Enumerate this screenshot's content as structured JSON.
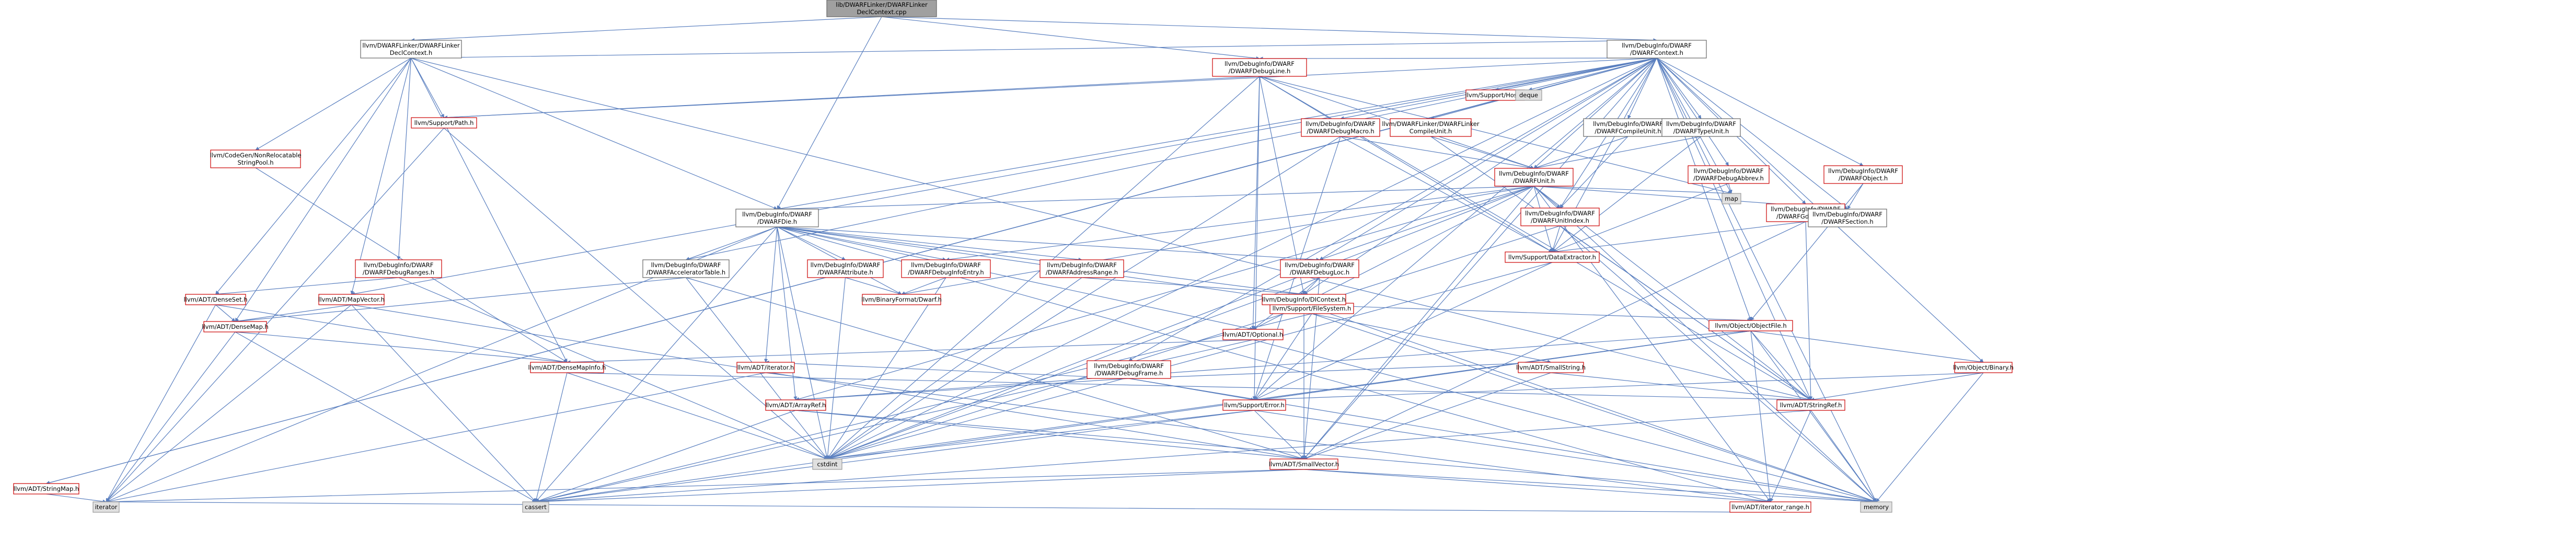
{
  "diagram": {
    "title": "lib/DWARFLinker/DWARFLinkerDeclContext.cpp",
    "colors": {
      "edge": "#5a7fbf",
      "root_fill": "#a0a0a0",
      "root_border": "#666666",
      "project_fill": "#ffffff",
      "project_border": "#cc0000",
      "local_border": "#666666",
      "std_fill": "#e0e0e0",
      "std_border": "#999999"
    },
    "nodes": [
      {
        "id": "root",
        "label": [
          "lib/DWARFLinker/DWARFLinker",
          "DeclContext.cpp"
        ],
        "kind": "root"
      },
      {
        "id": "declctx",
        "label": [
          "llvm/DWARFLinker/DWARFLinker",
          "DeclContext.h"
        ],
        "kind": "local"
      },
      {
        "id": "context",
        "label": [
          "llvm/DebugInfo/DWARF",
          "/DWARFContext.h"
        ],
        "kind": "local"
      },
      {
        "id": "debugline",
        "label": [
          "llvm/DebugInfo/DWARF",
          "/DWARFDebugLine.h"
        ],
        "kind": "project"
      },
      {
        "id": "host",
        "label": [
          "llvm/Support/Host.h"
        ],
        "kind": "project"
      },
      {
        "id": "deque",
        "label": [
          "deque"
        ],
        "kind": "std"
      },
      {
        "id": "strpool",
        "label": [
          "llvm/CodeGen/NonRelocatable",
          "StringPool.h"
        ],
        "kind": "project"
      },
      {
        "id": "path",
        "label": [
          "llvm/Support/Path.h"
        ],
        "kind": "project"
      },
      {
        "id": "macro",
        "label": [
          "llvm/DebugInfo/DWARF",
          "/DWARFDebugMacro.h"
        ],
        "kind": "project"
      },
      {
        "id": "linkercu",
        "label": [
          "llvm/DWARFLinker/DWARFLinker",
          "CompileUnit.h"
        ],
        "kind": "project"
      },
      {
        "id": "compileunit",
        "label": [
          "llvm/DebugInfo/DWARF",
          "/DWARFCompileUnit.h"
        ],
        "kind": "local"
      },
      {
        "id": "typeunit",
        "label": [
          "llvm/DebugInfo/DWARF",
          "/DWARFTypeUnit.h"
        ],
        "kind": "local"
      },
      {
        "id": "abbrev",
        "label": [
          "llvm/DebugInfo/DWARF",
          "/DWARFDebugAbbrev.h"
        ],
        "kind": "project"
      },
      {
        "id": "dwarfobject",
        "label": [
          "llvm/DebugInfo/DWARF",
          "/DWARFObject.h"
        ],
        "kind": "project"
      },
      {
        "id": "unit",
        "label": [
          "llvm/DebugInfo/DWARF",
          "/DWARFUnit.h"
        ],
        "kind": "project"
      },
      {
        "id": "map",
        "label": [
          "map"
        ],
        "kind": "std"
      },
      {
        "id": "gdbindex",
        "label": [
          "llvm/DebugInfo/DWARF",
          "/DWARFGdbIndex.h"
        ],
        "kind": "project"
      },
      {
        "id": "section",
        "label": [
          "llvm/DebugInfo/DWARF",
          "/DWARFSection.h"
        ],
        "kind": "local"
      },
      {
        "id": "die",
        "label": [
          "llvm/DebugInfo/DWARF",
          "/DWARFDie.h"
        ],
        "kind": "local"
      },
      {
        "id": "unitindex",
        "label": [
          "llvm/DebugInfo/DWARF",
          "/DWARFUnitIndex.h"
        ],
        "kind": "project"
      },
      {
        "id": "dataextractor",
        "label": [
          "llvm/Support/DataExtractor.h"
        ],
        "kind": "project"
      },
      {
        "id": "ranges",
        "label": [
          "llvm/DebugInfo/DWARF",
          "/DWARFDebugRanges.h"
        ],
        "kind": "project"
      },
      {
        "id": "acceltable",
        "label": [
          "llvm/DebugInfo/DWARF",
          "/DWARFAcceleratorTable.h"
        ],
        "kind": "local"
      },
      {
        "id": "attribute",
        "label": [
          "llvm/DebugInfo/DWARF",
          "/DWARFAttribute.h"
        ],
        "kind": "project"
      },
      {
        "id": "entry",
        "label": [
          "llvm/DebugInfo/DWARF",
          "/DWARFDebugInfoEntry.h"
        ],
        "kind": "project"
      },
      {
        "id": "addrrange",
        "label": [
          "llvm/DebugInfo/DWARF",
          "/DWARFAddressRange.h"
        ],
        "kind": "project"
      },
      {
        "id": "debugloc",
        "label": [
          "llvm/DebugInfo/DWARF",
          "/DWARFDebugLoc.h"
        ],
        "kind": "project"
      },
      {
        "id": "filesystem",
        "label": [
          "llvm/Support/FileSystem.h"
        ],
        "kind": "project"
      },
      {
        "id": "denseset",
        "label": [
          "llvm/ADT/DenseSet.h"
        ],
        "kind": "project"
      },
      {
        "id": "mapvector",
        "label": [
          "llvm/ADT/MapVector.h"
        ],
        "kind": "project"
      },
      {
        "id": "dwarfh",
        "label": [
          "llvm/BinaryFormat/Dwarf.h"
        ],
        "kind": "project"
      },
      {
        "id": "dicontext",
        "label": [
          "llvm/DebugInfo/DIContext.h"
        ],
        "kind": "project"
      },
      {
        "id": "objectfile",
        "label": [
          "llvm/Object/ObjectFile.h"
        ],
        "kind": "project"
      },
      {
        "id": "densemap",
        "label": [
          "llvm/ADT/DenseMap.h"
        ],
        "kind": "project"
      },
      {
        "id": "optional",
        "label": [
          "llvm/ADT/Optional.h"
        ],
        "kind": "project"
      },
      {
        "id": "debugframe",
        "label": [
          "llvm/DebugInfo/DWARF",
          "/DWARFDebugFrame.h"
        ],
        "kind": "project"
      },
      {
        "id": "densemapinfo",
        "label": [
          "llvm/ADT/DenseMapInfo.h"
        ],
        "kind": "project"
      },
      {
        "id": "adtiterator",
        "label": [
          "llvm/ADT/iterator.h"
        ],
        "kind": "project"
      },
      {
        "id": "smallstring",
        "label": [
          "llvm/ADT/SmallString.h"
        ],
        "kind": "project"
      },
      {
        "id": "binary",
        "label": [
          "llvm/Object/Binary.h"
        ],
        "kind": "project"
      },
      {
        "id": "arrayref",
        "label": [
          "llvm/ADT/ArrayRef.h"
        ],
        "kind": "project"
      },
      {
        "id": "error",
        "label": [
          "llvm/Support/Error.h"
        ],
        "kind": "project"
      },
      {
        "id": "stringref",
        "label": [
          "llvm/ADT/StringRef.h"
        ],
        "kind": "project"
      },
      {
        "id": "stringmap",
        "label": [
          "llvm/ADT/StringMap.h"
        ],
        "kind": "project"
      },
      {
        "id": "cstdint",
        "label": [
          "cstdint"
        ],
        "kind": "std"
      },
      {
        "id": "smallvector",
        "label": [
          "llvm/ADT/SmallVector.h"
        ],
        "kind": "project"
      },
      {
        "id": "iterator",
        "label": [
          "iterator"
        ],
        "kind": "std"
      },
      {
        "id": "cassert",
        "label": [
          "cassert"
        ],
        "kind": "std"
      },
      {
        "id": "itrange",
        "label": [
          "llvm/ADT/iterator_range.h"
        ],
        "kind": "project"
      },
      {
        "id": "memory",
        "label": [
          "memory"
        ],
        "kind": "std"
      }
    ],
    "edges": [
      [
        "root",
        "declctx"
      ],
      [
        "root",
        "context"
      ],
      [
        "root",
        "debugline"
      ],
      [
        "root",
        "die"
      ],
      [
        "declctx",
        "strpool"
      ],
      [
        "declctx",
        "path"
      ],
      [
        "declctx",
        "die"
      ],
      [
        "declctx",
        "denseset"
      ],
      [
        "declctx",
        "densemap"
      ],
      [
        "declctx",
        "densemapinfo"
      ],
      [
        "declctx",
        "stringref"
      ],
      [
        "declctx",
        "context"
      ],
      [
        "declctx",
        "ranges"
      ],
      [
        "declctx",
        "mapvector"
      ],
      [
        "context",
        "debugline"
      ],
      [
        "context",
        "host"
      ],
      [
        "context",
        "deque"
      ],
      [
        "context",
        "macro"
      ],
      [
        "context",
        "linkercu"
      ],
      [
        "context",
        "compileunit"
      ],
      [
        "context",
        "typeunit"
      ],
      [
        "context",
        "abbrev"
      ],
      [
        "context",
        "dwarfobject"
      ],
      [
        "context",
        "unit"
      ],
      [
        "context",
        "map"
      ],
      [
        "context",
        "gdbindex"
      ],
      [
        "context",
        "section"
      ],
      [
        "context",
        "die"
      ],
      [
        "context",
        "unitindex"
      ],
      [
        "context",
        "dataextractor"
      ],
      [
        "context",
        "debugloc"
      ],
      [
        "context",
        "debugframe"
      ],
      [
        "context",
        "dicontext"
      ],
      [
        "context",
        "objectfile"
      ],
      [
        "context",
        "error"
      ],
      [
        "context",
        "stringref"
      ],
      [
        "context",
        "smallvector"
      ],
      [
        "context",
        "memory"
      ],
      [
        "context",
        "cstdint"
      ],
      [
        "context",
        "binary"
      ],
      [
        "context",
        "acceltable"
      ],
      [
        "context",
        "stringmap"
      ],
      [
        "context",
        "mapvector"
      ],
      [
        "context",
        "path"
      ],
      [
        "debugline",
        "unit"
      ],
      [
        "debugline",
        "dataextractor"
      ],
      [
        "debugline",
        "dicontext"
      ],
      [
        "debugline",
        "optional"
      ],
      [
        "debugline",
        "cstdint"
      ],
      [
        "debugline",
        "map"
      ],
      [
        "debugline",
        "path"
      ],
      [
        "debugline",
        "error"
      ],
      [
        "debugline",
        "stringref"
      ],
      [
        "macro",
        "unit"
      ],
      [
        "macro",
        "dataextractor"
      ],
      [
        "macro",
        "error"
      ],
      [
        "macro",
        "cstdint"
      ],
      [
        "linkercu",
        "unit"
      ],
      [
        "linkercu",
        "stringref"
      ],
      [
        "compileunit",
        "unit"
      ],
      [
        "compileunit",
        "unitindex"
      ],
      [
        "typeunit",
        "unit"
      ],
      [
        "typeunit",
        "dataextractor"
      ],
      [
        "abbrev",
        "dataextractor"
      ],
      [
        "abbrev",
        "map"
      ],
      [
        "dwarfobject",
        "section"
      ],
      [
        "dwarfobject",
        "objectfile"
      ],
      [
        "unit",
        "die"
      ],
      [
        "unit",
        "unitindex"
      ],
      [
        "unit",
        "dataextractor"
      ],
      [
        "unit",
        "debugloc"
      ],
      [
        "unit",
        "entry"
      ],
      [
        "unit",
        "map"
      ],
      [
        "unit",
        "section"
      ],
      [
        "unit",
        "stringref"
      ],
      [
        "unit",
        "smallvector"
      ],
      [
        "unit",
        "memory"
      ],
      [
        "unit",
        "cstdint"
      ],
      [
        "unit",
        "optional"
      ],
      [
        "unit",
        "itrange"
      ],
      [
        "unit",
        "dwarfh"
      ],
      [
        "unit",
        "arrayref"
      ],
      [
        "gdbindex",
        "dataextractor"
      ],
      [
        "gdbindex",
        "stringref"
      ],
      [
        "gdbindex",
        "smallvector"
      ],
      [
        "die",
        "acceltable"
      ],
      [
        "die",
        "attribute"
      ],
      [
        "die",
        "entry"
      ],
      [
        "die",
        "addrrange"
      ],
      [
        "die",
        "debugloc"
      ],
      [
        "die",
        "dwarfh"
      ],
      [
        "die",
        "dicontext"
      ],
      [
        "die",
        "optional"
      ],
      [
        "die",
        "adtiterator"
      ],
      [
        "die",
        "arrayref"
      ],
      [
        "die",
        "itrange"
      ],
      [
        "die",
        "cassert"
      ],
      [
        "die",
        "cstdint"
      ],
      [
        "die",
        "iterator"
      ],
      [
        "die",
        "filesystem"
      ],
      [
        "unitindex",
        "dataextractor"
      ],
      [
        "unitindex",
        "stringref"
      ],
      [
        "unitindex",
        "memory"
      ],
      [
        "unitindex",
        "cstdint"
      ],
      [
        "dataextractor",
        "error"
      ],
      [
        "dataextractor",
        "cstdint"
      ],
      [
        "ranges",
        "denseset"
      ],
      [
        "ranges",
        "cstdint"
      ],
      [
        "acceltable",
        "densemap"
      ],
      [
        "acceltable",
        "smallvector"
      ],
      [
        "acceltable",
        "cstdint"
      ],
      [
        "attribute",
        "dwarfh"
      ],
      [
        "attribute",
        "cstdint"
      ],
      [
        "entry",
        "dwarfh"
      ],
      [
        "entry",
        "cstdint"
      ],
      [
        "addrrange",
        "dicontext"
      ],
      [
        "addrrange",
        "cstdint"
      ],
      [
        "debugloc",
        "dicontext"
      ],
      [
        "debugloc",
        "optional"
      ],
      [
        "debugloc",
        "smallvector"
      ],
      [
        "debugloc",
        "cstdint"
      ],
      [
        "filesystem",
        "smallstring"
      ],
      [
        "filesystem",
        "error"
      ],
      [
        "filesystem",
        "memory"
      ],
      [
        "filesystem",
        "cassert"
      ],
      [
        "denseset",
        "densemap"
      ],
      [
        "denseset",
        "densemapinfo"
      ],
      [
        "denseset",
        "iterator"
      ],
      [
        "mapvector",
        "densemap"
      ],
      [
        "mapvector",
        "smallvector"
      ],
      [
        "mapvector",
        "iterator"
      ],
      [
        "mapvector",
        "cassert"
      ],
      [
        "dicontext",
        "objectfile"
      ],
      [
        "dicontext",
        "smallvector"
      ],
      [
        "dicontext",
        "memory"
      ],
      [
        "objectfile",
        "binary"
      ],
      [
        "objectfile",
        "error"
      ],
      [
        "objectfile",
        "stringref"
      ],
      [
        "objectfile",
        "arrayref"
      ],
      [
        "objectfile",
        "itrange"
      ],
      [
        "objectfile",
        "memory"
      ],
      [
        "objectfile",
        "cassert"
      ],
      [
        "objectfile",
        "cstdint"
      ],
      [
        "densemap",
        "densemapinfo"
      ],
      [
        "densemap",
        "cassert"
      ],
      [
        "densemap",
        "iterator"
      ],
      [
        "optional",
        "densemapinfo"
      ],
      [
        "optional",
        "cassert"
      ],
      [
        "optional",
        "memory"
      ],
      [
        "debugframe",
        "arrayref"
      ],
      [
        "debugframe",
        "smallstring"
      ],
      [
        "debugframe",
        "error"
      ],
      [
        "debugframe",
        "memory"
      ],
      [
        "debugframe",
        "adtiterator"
      ],
      [
        "densemapinfo",
        "cassert"
      ],
      [
        "densemapinfo",
        "cstdint"
      ],
      [
        "densemapinfo",
        "stringref"
      ],
      [
        "adtiterator",
        "itrange"
      ],
      [
        "adtiterator",
        "iterator"
      ],
      [
        "smallstring",
        "stringref"
      ],
      [
        "smallstring",
        "smallvector"
      ],
      [
        "binary",
        "error"
      ],
      [
        "binary",
        "stringref"
      ],
      [
        "binary",
        "memory"
      ],
      [
        "arrayref",
        "smallvector"
      ],
      [
        "arrayref",
        "cassert"
      ],
      [
        "arrayref",
        "memory"
      ],
      [
        "error",
        "smallvector"
      ],
      [
        "error",
        "cassert"
      ],
      [
        "error",
        "memory"
      ],
      [
        "error",
        "cstdint"
      ],
      [
        "stringref",
        "itrange"
      ],
      [
        "stringref",
        "cassert"
      ],
      [
        "stringref",
        "memory"
      ],
      [
        "stringmap",
        "iterator"
      ],
      [
        "smallvector",
        "cassert"
      ],
      [
        "smallvector",
        "memory"
      ],
      [
        "smallvector",
        "iterator"
      ],
      [
        "smallvector",
        "itrange"
      ],
      [
        "itrange",
        "iterator"
      ],
      [
        "path",
        "iterator"
      ],
      [
        "path",
        "cstdint"
      ],
      [
        "strpool",
        "densemapinfo"
      ],
      [
        "host",
        "stringmap"
      ]
    ]
  }
}
